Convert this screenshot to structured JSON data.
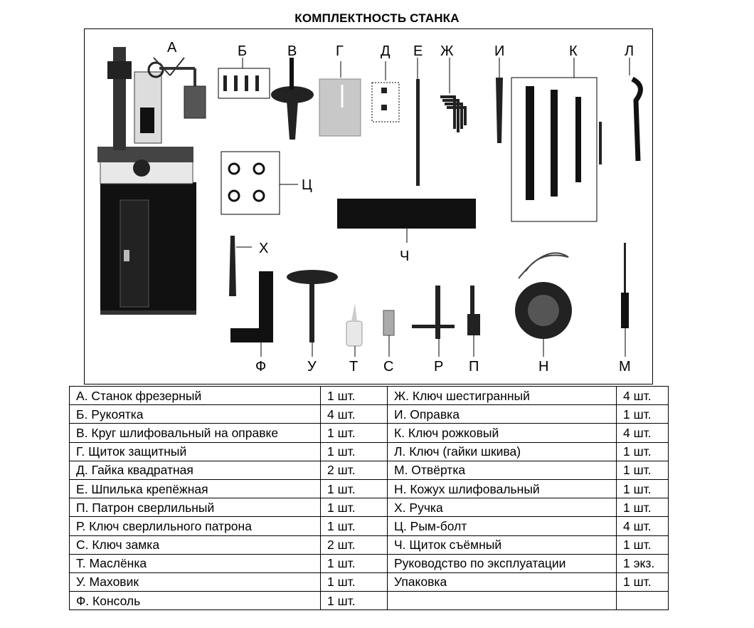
{
  "title": "КОМПЛЕКТНОСТЬ СТАНКА",
  "figure_labels": [
    "А",
    "Б",
    "В",
    "Г",
    "Д",
    "Е",
    "Ж",
    "И",
    "К",
    "Л",
    "Ц",
    "Х",
    "Ч",
    "Ф",
    "У",
    "Т",
    "С",
    "Р",
    "П",
    "Н",
    "М"
  ],
  "table": {
    "rows": [
      {
        "left_name": "А. Станок фрезерный",
        "left_qty": "1 шт.",
        "right_name": "Ж. Ключ шестигранный",
        "right_qty": "4 шт."
      },
      {
        "left_name": "Б. Рукоятка",
        "left_qty": "4 шт.",
        "right_name": "И. Оправка",
        "right_qty": "1 шт."
      },
      {
        "left_name": "В. Круг шлифовальный на оправке",
        "left_qty": "1 шт.",
        "right_name": "К. Ключ рожковый",
        "right_qty": "4 шт."
      },
      {
        "left_name": "Г. Щиток защитный",
        "left_qty": "1 шт.",
        "right_name": "Л. Ключ (гайки шкива)",
        "right_qty": "1 шт."
      },
      {
        "left_name": "Д. Гайка квадратная",
        "left_qty": "2 шт.",
        "right_name": "М. Отвёртка",
        "right_qty": "1 шт."
      },
      {
        "left_name": "Е. Шпилька крепёжная",
        "left_qty": "1 шт.",
        "right_name": "Н. Кожух шлифовальный",
        "right_qty": "1 шт."
      },
      {
        "left_name": "П. Патрон сверлильный",
        "left_qty": "1 шт.",
        "right_name": "Х. Ручка",
        "right_qty": "1 шт."
      },
      {
        "left_name": "Р. Ключ сверлильного патрона",
        "left_qty": "1 шт.",
        "right_name": "Ц. Рым-болт",
        "right_qty": "4 шт."
      },
      {
        "left_name": "С. Ключ замка",
        "left_qty": "2 шт.",
        "right_name": "Ч. Щиток съёмный",
        "right_qty": "1 шт."
      },
      {
        "left_name": "Т. Маслёнка",
        "left_qty": "1 шт.",
        "right_name": "Руководство по эксплуатации",
        "right_qty": "1 экз."
      },
      {
        "left_name": "У. Маховик",
        "left_qty": "1 шт.",
        "right_name": "Упаковка",
        "right_qty": "1 шт."
      },
      {
        "left_name": "Ф. Консоль",
        "left_qty": "1 шт.",
        "right_name": "",
        "right_qty": ""
      }
    ]
  }
}
